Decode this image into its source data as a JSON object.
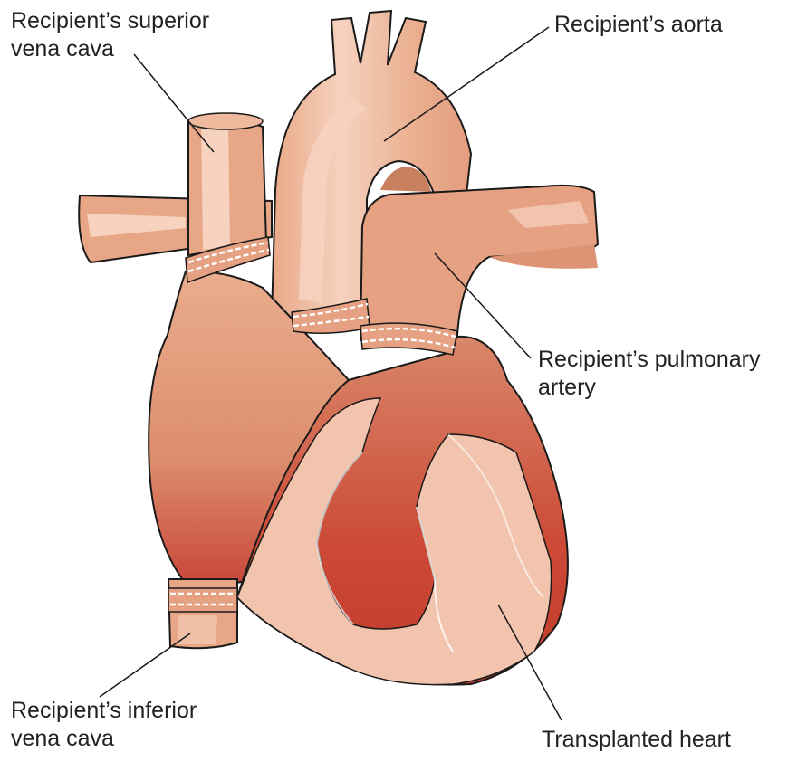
{
  "labels": {
    "superior_vena_cava": [
      "Recipient’s superior",
      "vena cava"
    ],
    "aorta": [
      "Recipient’s aorta"
    ],
    "pulmonary_artery": [
      "Recipient’s pulmonary",
      "artery"
    ],
    "inferior_vena_cava": [
      "Recipient’s inferior",
      "vena cava"
    ],
    "transplanted_heart": [
      "Transplanted heart"
    ]
  },
  "colors": {
    "vessel": "#e8a887",
    "vessel_highlight": "#f6d2bf",
    "vessel_dark": "#c8805e",
    "heart_pale": "#f3c4ad",
    "heart_red": "#c8392a",
    "outline": "#1a1a1a",
    "suture": "#ffffff"
  }
}
